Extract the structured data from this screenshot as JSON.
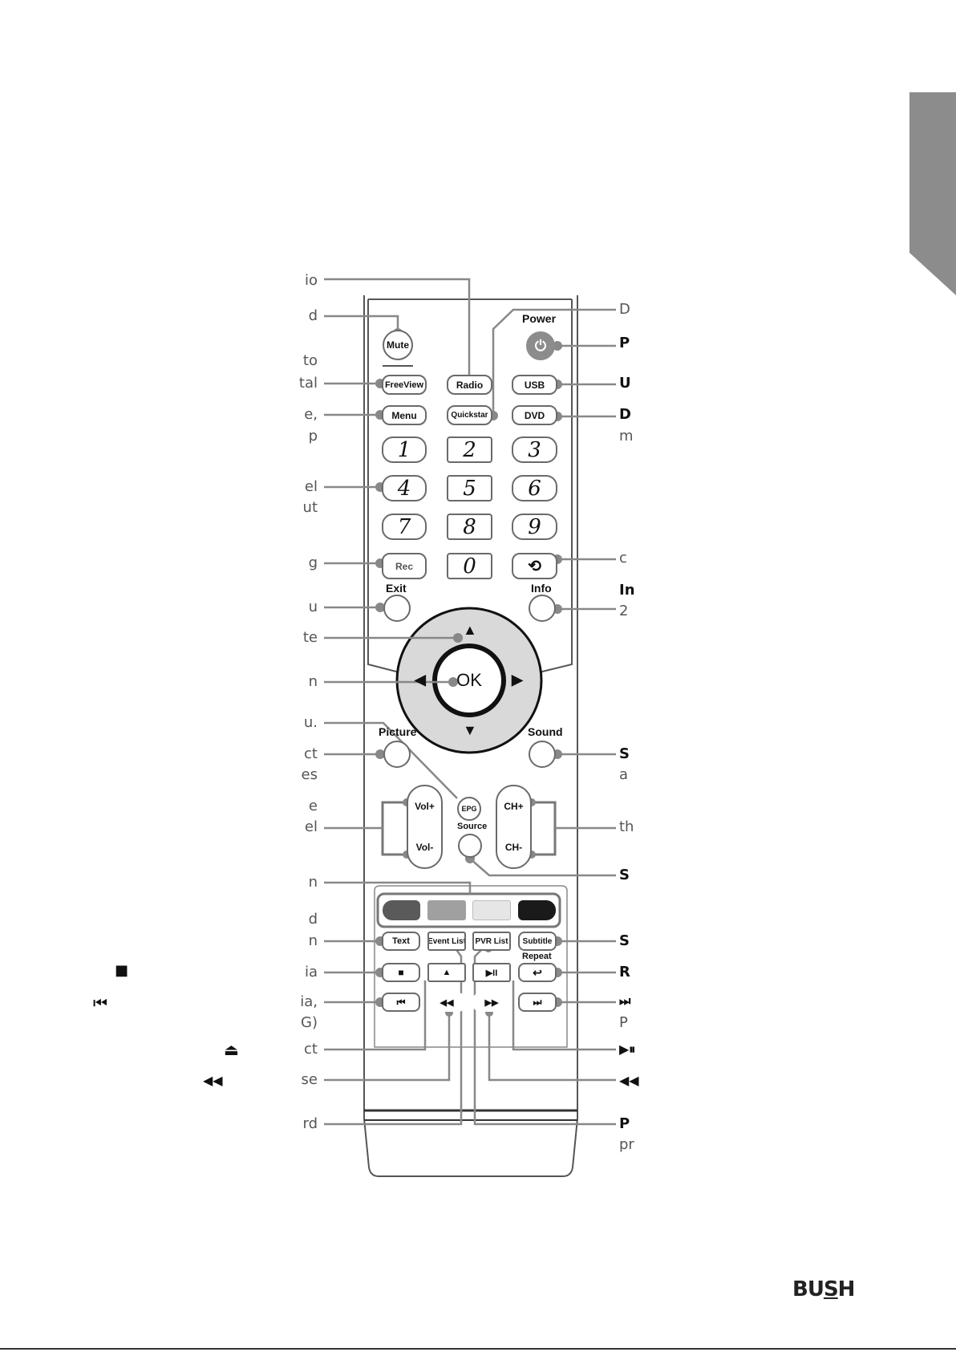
{
  "left_labels": [
    "io",
    "d",
    "to",
    "tal",
    "e,",
    "p",
    "el",
    "ut",
    "g",
    "u",
    "te",
    "n",
    "u.",
    "ct",
    "es",
    "e",
    "el",
    "n",
    "d",
    "n",
    "ia",
    "ia,",
    "G)",
    "ct",
    "se",
    "rd"
  ],
  "right_labels": [
    "D",
    "P",
    "U",
    "D",
    "m",
    "c",
    "In",
    "2",
    "S",
    "a",
    "th",
    "S",
    "S",
    "R",
    "⏭",
    "P",
    "▶⏸",
    "◀◀",
    "P",
    "pr"
  ],
  "legend_icons": {
    "stop": "■",
    "prev": "⏮",
    "eject": "⏏",
    "rewind": "◀◀"
  },
  "remote": {
    "mute": "Mute",
    "power_caption": "Power",
    "power_icon": "power-icon",
    "freeview": "FreeView",
    "radio": "Radio",
    "usb": "USB",
    "menu": "Menu",
    "quickstart": "Quickstar",
    "dvd": "DVD",
    "digits": [
      "1",
      "2",
      "3",
      "4",
      "5",
      "6",
      "7",
      "8",
      "9",
      "0"
    ],
    "rec": "Rec",
    "exit": "Exit",
    "info": "Info",
    "ok": "OK",
    "picture": "Picture",
    "sound": "Sound",
    "epg": "EPG",
    "source": "Source",
    "vol_up": "Vol+",
    "vol_down": "Vol-",
    "ch_up": "CH+",
    "ch_down": "CH-",
    "text": "Text",
    "event_list": "Event List",
    "pvr_list": "PVR List",
    "subtitle": "Subtitle",
    "repeat": "Repeat",
    "stop_glyph": "■",
    "eject_glyph": "▲",
    "play_pause_glyph": "▶II",
    "prev_glyph": "⏮",
    "rewind_glyph": "◀◀",
    "ffwd_glyph": "▶▶",
    "next_glyph": "⏭",
    "up": "▲",
    "down": "▼",
    "left": "◀",
    "right": "▶",
    "colors": [
      "#5a5a5a",
      "#a0a0a0",
      "#e6e6e6",
      "#1a1a1a"
    ]
  },
  "brand": {
    "prefix": "BU",
    "mid": "S",
    "suffix": "H"
  }
}
